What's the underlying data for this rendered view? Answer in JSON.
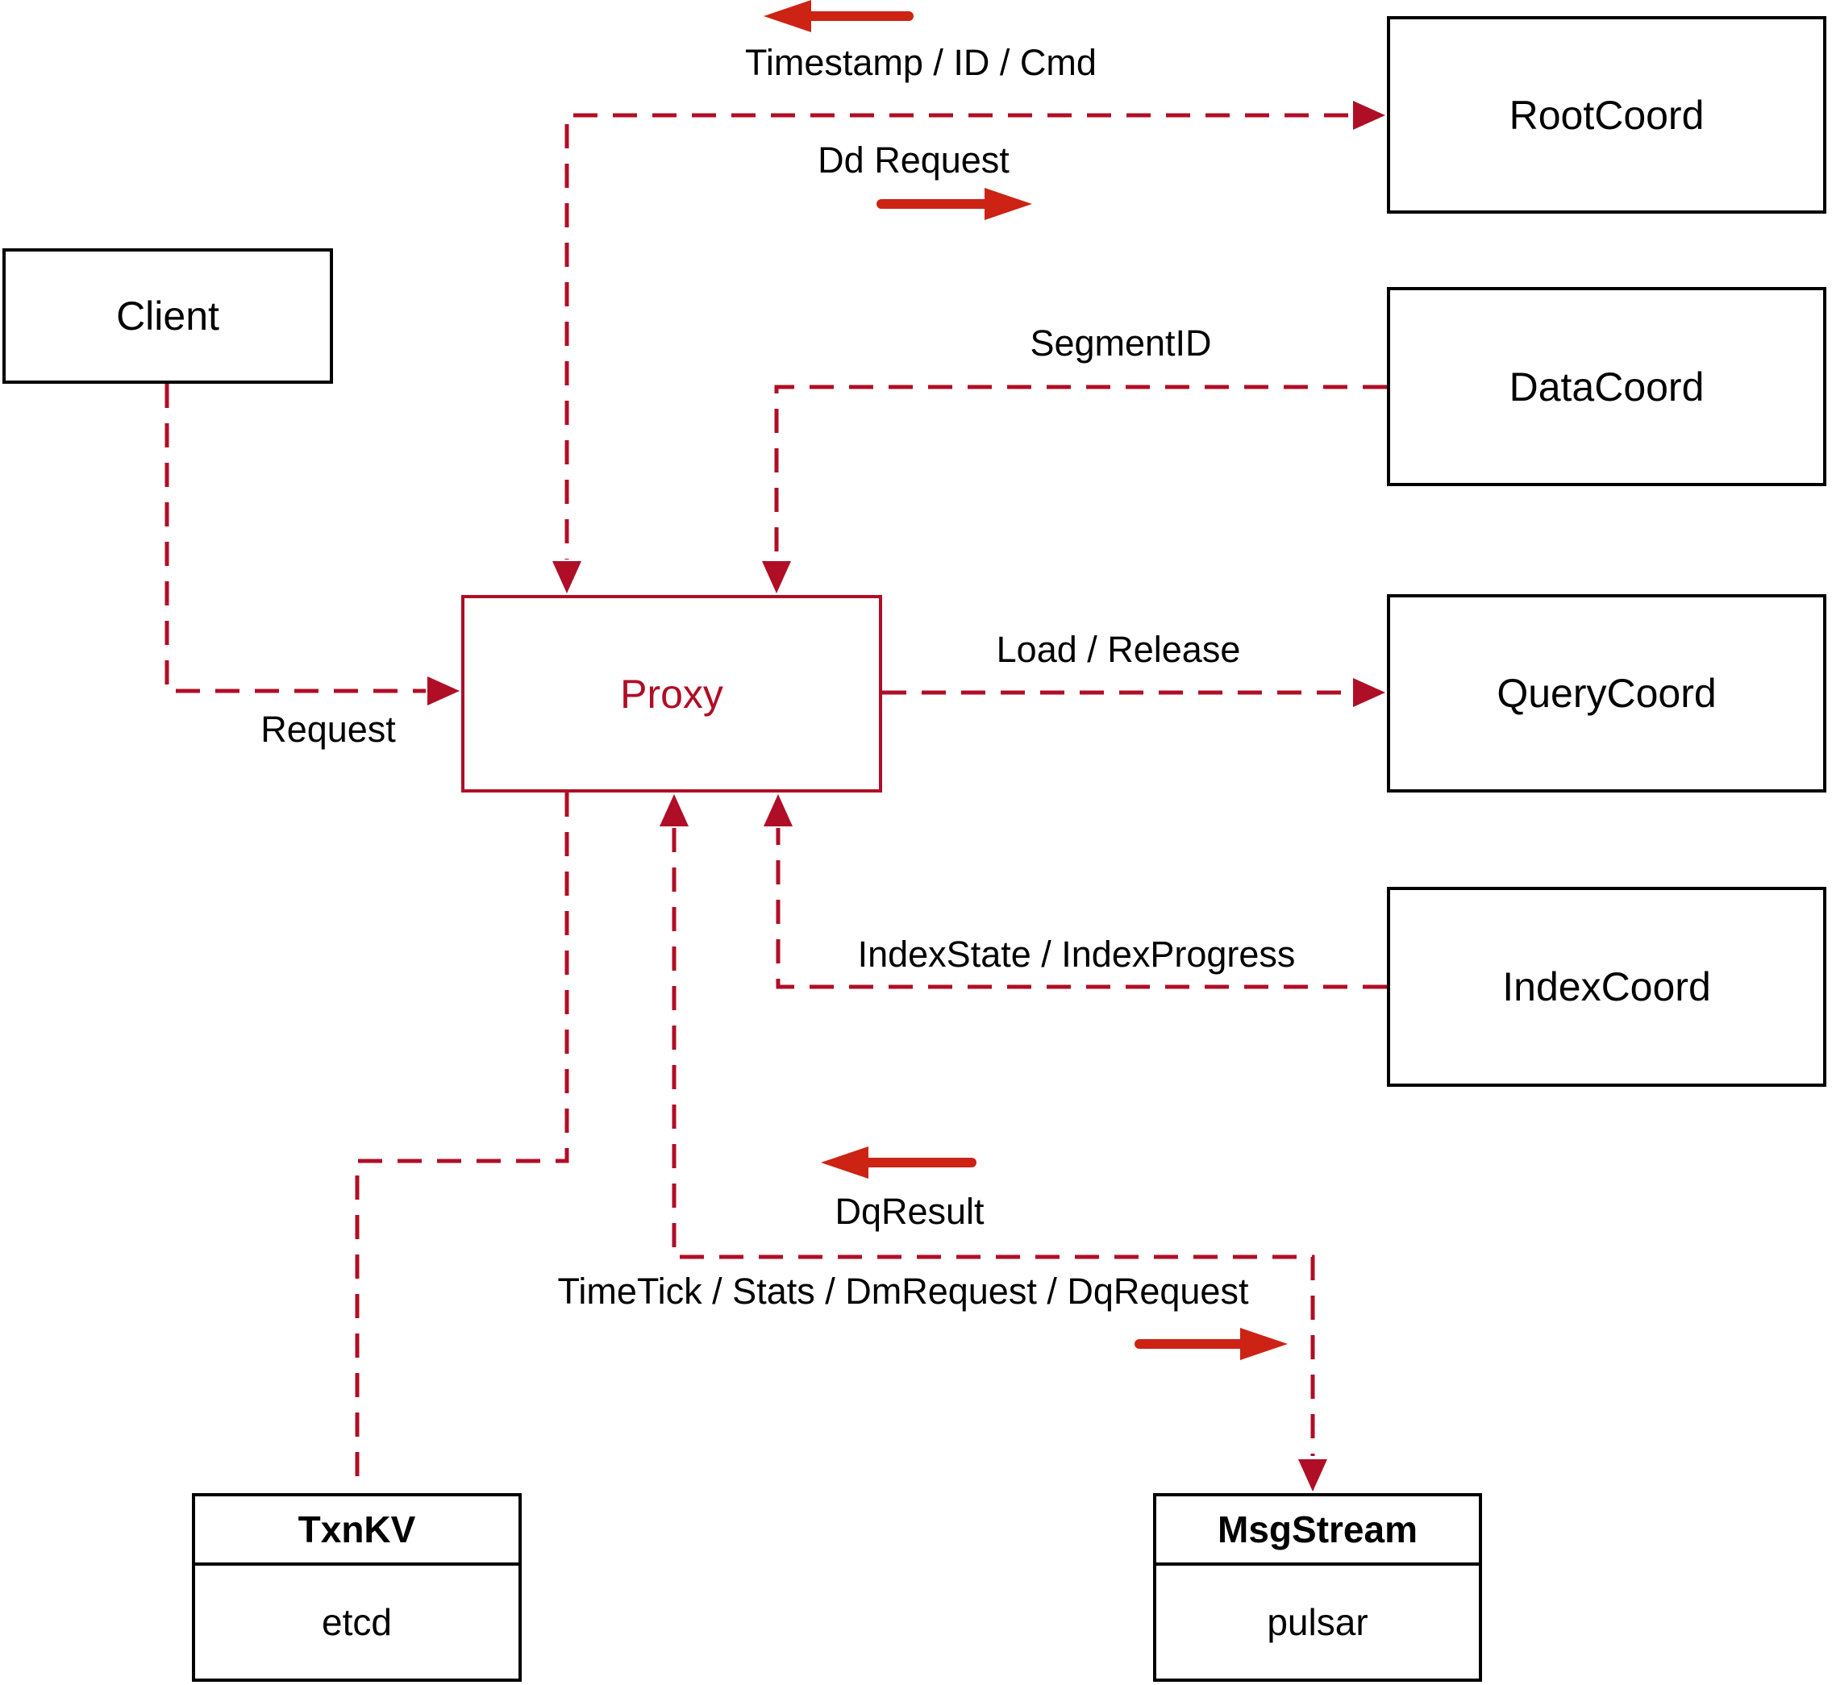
{
  "diagram": {
    "title_hint": "Milvus Proxy architecture diagram",
    "nodes": {
      "client": {
        "label": "Client"
      },
      "proxy": {
        "label": "Proxy"
      },
      "root_coord": {
        "label": "RootCoord"
      },
      "data_coord": {
        "label": "DataCoord"
      },
      "query_coord": {
        "label": "QueryCoord"
      },
      "index_coord": {
        "label": "IndexCoord"
      },
      "txn_kv": {
        "title": "TxnKV",
        "subtitle": "etcd"
      },
      "msg_stream": {
        "title": "MsgStream",
        "subtitle": "pulsar"
      }
    },
    "edge_labels": {
      "timestamp_id_cmd": "Timestamp / ID / Cmd",
      "dd_request": "Dd Request",
      "segment_id": "SegmentID",
      "load_release": "Load / Release",
      "index_state": "IndexState / IndexProgress",
      "request": "Request",
      "dq_result": "DqResult",
      "time_tick": "TimeTick / Stats / DmRequest / DqRequest"
    },
    "colors": {
      "dashed_line": "#b00e26",
      "solid_arrow": "#cc2314",
      "box_border": "#000000",
      "text": "#000000",
      "background": "#ffffff"
    }
  }
}
